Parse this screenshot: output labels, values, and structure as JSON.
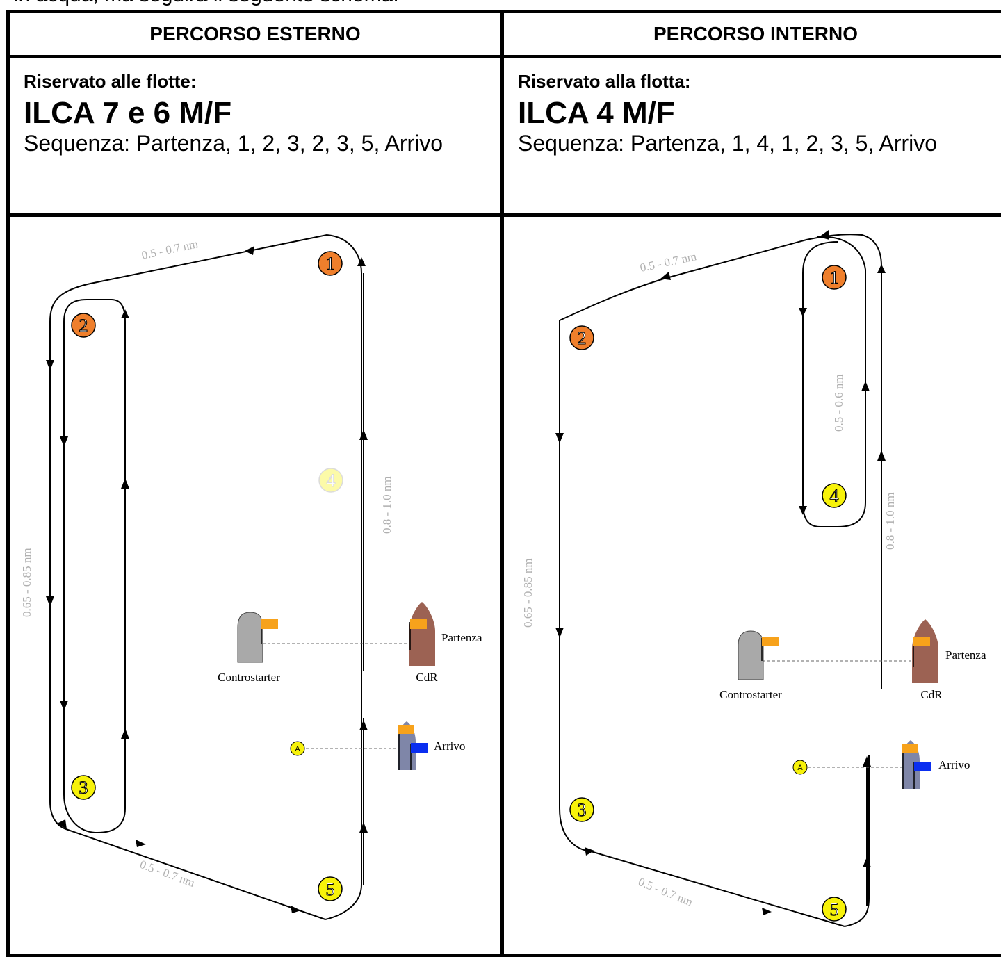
{
  "intro": "in acqua, ma seguirà il seguente schema:",
  "left": {
    "header": "PERCORSO ESTERNO",
    "label": "Riservato alle flotte:",
    "fleet": "ILCA 7 e 6 M/F",
    "sequence": "Sequenza: Partenza, 1, 2, 3, 2, 3, 5, Arrivo",
    "dist_top": "0.5 - 0.7 nm",
    "dist_left": "0.65 - 0.85 nm",
    "dist_right": "0.8 - 1.0 nm",
    "dist_bottom": "0.5 - 0.7 nm",
    "marks": [
      "1",
      "2",
      "3",
      "4",
      "5"
    ],
    "mark_a": "A",
    "controstarter": "Controstarter",
    "cdr": "CdR",
    "partenza": "Partenza",
    "arrivo": "Arrivo"
  },
  "right": {
    "header": "PERCORSO INTERNO",
    "label": "Riservato alla flotta:",
    "fleet": "ILCA 4 M/F",
    "sequence": "Sequenza: Partenza, 1, 4, 1, 2, 3, 5, Arrivo",
    "dist_top": "0.5 - 0.7 nm",
    "dist_left": "0.65 - 0.85 nm",
    "dist_inner": "0.5 - 0.6 nm",
    "dist_right": "0.8 - 1.0 nm",
    "dist_bottom": "0.5 - 0.7 nm",
    "marks": [
      "1",
      "2",
      "3",
      "4",
      "5"
    ],
    "mark_a": "A",
    "controstarter": "Controstarter",
    "cdr": "CdR",
    "partenza": "Partenza",
    "arrivo": "Arrivo"
  },
  "colors": {
    "orange_mark": "#ef7f2c",
    "yellow_mark": "#f7f20a",
    "faded_mark": "#fbf9c6",
    "cdr_boat": "#9c6253",
    "controstarter_boat": "#a9a9a9",
    "arrivo_boat": "#7f86a8",
    "orange_flag": "#f7a21b",
    "blue_flag": "#0a2ef0"
  }
}
